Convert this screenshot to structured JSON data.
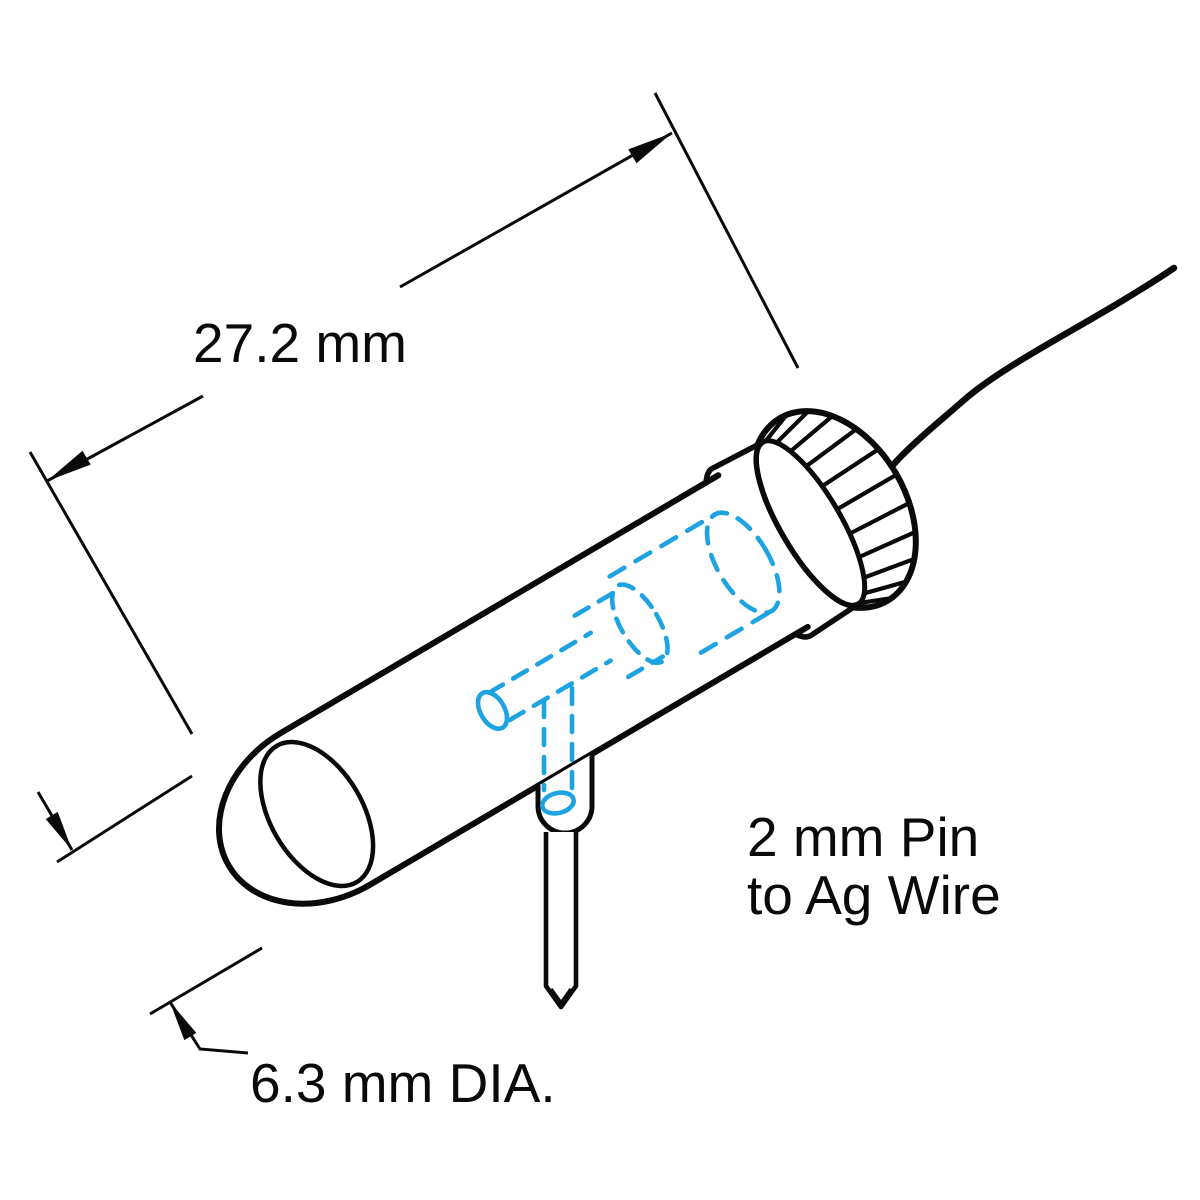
{
  "drawing": {
    "labels": {
      "length_dimension": "27.2 mm",
      "diameter_dimension": "6.3 mm DIA.",
      "pin_note_line1": "2 mm Pin",
      "pin_note_line2": "to Ag Wire"
    },
    "colors": {
      "line": "#0a0a0a",
      "hidden_line_highlight": "#1EA3E2",
      "background": "#ffffff"
    }
  }
}
